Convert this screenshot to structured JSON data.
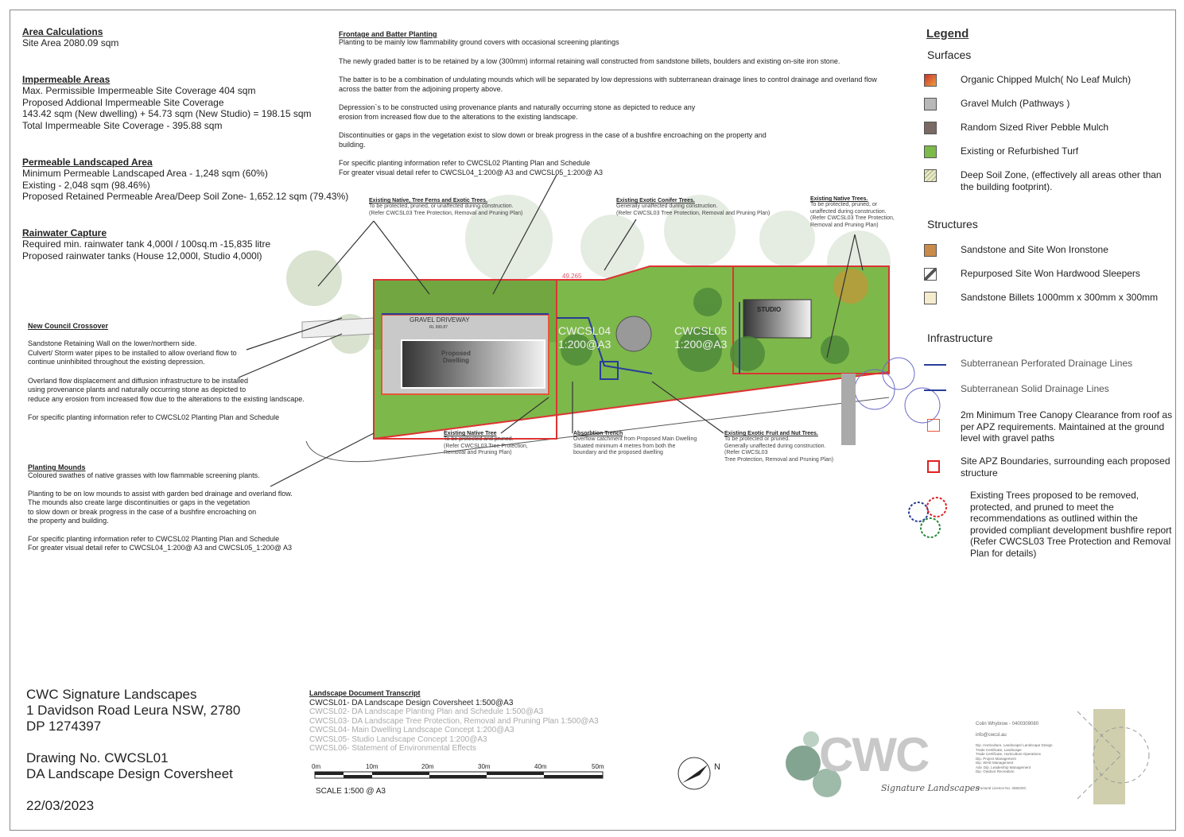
{
  "area_calculations": {
    "heading": "Area Calculations",
    "site_area": "Site Area 2080.09 sqm"
  },
  "impermeable": {
    "heading": "Impermeable Areas",
    "lines": [
      "Max. Permissible Impermeable Site Coverage 404 sqm",
      "Proposed Addional Impermeable Site Coverage",
      "143.42 sqm (New dwelling) + 54.73 sqm (New Studio) = 198.15 sqm",
      "Total Impermeable Site Coverage - 395.88 sqm"
    ]
  },
  "permeable": {
    "heading": "Permeable Landscaped Area",
    "lines": [
      "Minimum Permeable Landscaped Area - 1,248 sqm (60%)",
      "Existing - 2,048 sqm (98.46%)",
      "Proposed Retained Permeable Area/Deep Soil Zone- 1,652.12 sqm (79.43%)"
    ]
  },
  "rainwater": {
    "heading": "Rainwater Capture",
    "lines": [
      "Required min. rainwater tank 4,000l / 100sq.m -15,835 litre",
      "Proposed rainwater tanks (House 12,000l, Studio 4,000l)"
    ]
  },
  "frontage": {
    "heading": "Frontage and Batter Planting",
    "paras": [
      "Planting to be mainly low flammability ground covers with occasional screening plantings",
      "The newly graded batter is to be retained by a low (300mm) informal retaining wall constructed from sandstone billets, boulders and existing on-site iron stone.",
      "The batter is to be a combination of undulating mounds which will be separated by low depressions with subterranean drainage lines to control drainage and overland flow across the batter from the adjoining property above.",
      "Depression`s to be constructed using provenance plants and naturally occurring stone as depicted to reduce any erosion from increased flow due to the alterations to the existing landscape.",
      "Discontinuities or gaps in the vegetation exist to slow down or break progress in the case of a bushfire encroaching on the property and building.",
      "For specific planting information refer to CWCSL02 Planting Plan and Schedule\nFor greater visual detail refer to CWCSL04_1:200@ A3 and CWCSL05_1:200@ A3"
    ]
  },
  "crossover": {
    "heading": "New Council Crossover",
    "paras": [
      "Sandstone Retaining Wall on the lower/northern side.\nCulvert/ Storm water pipes to be installed to allow overland flow to\ncontinue uninhibited throughout the existing depression.",
      "Overland flow displacement and diffusion infrastructure to be installed\nusing provenance plants and naturally occurring stone as depicted to\nreduce any erosion from increased flow due to the alterations to the existing landscape.",
      "For specific planting information refer to CWCSL02 Planting Plan and Schedule"
    ]
  },
  "mounds": {
    "heading": "Planting Mounds",
    "paras": [
      "Coloured swathes of native grasses with low flammable screening plants.",
      "Planting to be on low mounds to assist with garden bed drainage and overland flow.\nThe mounds also create large discontinuities or gaps in the vegetation\nto slow down or break progress in the case of a bushfire encroaching on\nthe property and building.",
      "For specific planting information refer to CWCSL02 Planting Plan and Schedule\nFor greater visual detail refer to CWCSL04_1:200@ A3 and CWCSL05_1:200@ A3"
    ]
  },
  "callouts": [
    {
      "heading": "Existing Native, Tree Ferns and Exotic Trees.",
      "text": "To be protected, pruned, or unaffected during construction.\n(Refer CWCSL03 Tree Protection, Removal and Pruning Plan)"
    },
    {
      "heading": "Existing Exotic Conifer Trees.",
      "text": "Generally unaffected during construction.\n(Refer CWCSL03 Tree Protection, Removal and Pruning Plan)"
    },
    {
      "heading": "Existing Native Trees.",
      "text": "To be protected, pruned, or\nunaffected during construction.\n(Refer CWCSL03 Tree Protection,\nRemoval and Pruning Plan)"
    },
    {
      "heading": "Existing Native Tree",
      "text": "To be protected and pruned.\n(Refer CWCSL03 Tree Protection,\nRemoval and Pruning Plan)"
    },
    {
      "heading": "Absorbtion Trench",
      "text": "Overflow catchment from Proposed Main Dwelling\nSituated minimum 4 metres from both the\nboundary and the proposed dwelling"
    },
    {
      "heading": "Existing Exotic Fruit and Nut Trees.",
      "text": "To be protected or pruned.\nGenerally unaffected during construction.\n(Refer CWCSL03\nTree Protection, Removal and Pruning Plan)"
    }
  ],
  "plan": {
    "gravel_driveway": "GRAVEL DRIVEWAY",
    "rl": "RL 999.87",
    "proposed_dwelling": "Proposed\nDwelling",
    "studio": "STUDIO",
    "dimension": "49.265",
    "sheet_refs": [
      "CWCSL04\n1:200@A3",
      "CWCSL05\n1:200@A3"
    ]
  },
  "legend": {
    "title": "Legend",
    "sections": {
      "surfaces": "Surfaces",
      "structures": "Structures",
      "infrastructure": "Infrastructure"
    },
    "surfaces": [
      {
        "label": "Organic Chipped Mulch( No Leaf Mulch)",
        "color": "#d9532a"
      },
      {
        "label": "Gravel Mulch (Pathways )",
        "color": "#b8b8b8"
      },
      {
        "label": "Random Sized River Pebble Mulch",
        "color": "#7a6a64"
      },
      {
        "label": "Existing or Refurbished Turf",
        "color": "#7cba4a"
      },
      {
        "label": "Deep Soil Zone, (effectively all areas other than the building footprint).",
        "color": "#e6e8c8"
      }
    ],
    "structures": [
      {
        "label": "Sandstone and Site Won Ironstone",
        "color": "#c98a4a"
      },
      {
        "label": "Repurposed Site Won Hardwood Sleepers",
        "color": "#555555"
      },
      {
        "label": "Sandstone Billets 1000mm x 300mm x 300mm",
        "color": "#d8c48a"
      }
    ],
    "infrastructure": [
      {
        "label": "Subterranean Perforated Drainage Lines",
        "color": "#2a3d9a"
      },
      {
        "label": "Subterranean Solid Drainage Lines",
        "color": "#2a3d9a"
      },
      {
        "label": "2m Minimum Tree Canopy Clearance from roof as per APZ requirements. Maintained at the ground level with gravel paths",
        "color": "#e8553a"
      },
      {
        "label": "Site APZ Boundaries, surrounding each proposed structure",
        "color": "#e02020"
      },
      {
        "label": "Existing Trees proposed to be removed, protected, and pruned to meet the recommendations as outlined within the provided compliant development bushfire report\n(Refer CWCSL03 Tree Protection and Removal Plan for details)",
        "color": "#d22"
      }
    ]
  },
  "title_block": {
    "company": "CWC Signature Landscapes",
    "address": "1 Davidson Road Leura NSW, 2780",
    "dp": "DP 1274397",
    "drawing_no": "Drawing No. CWCSL01",
    "drawing_title": "DA Landscape Design Coversheet",
    "date": "22/03/2023"
  },
  "transcript": {
    "heading": "Landscape Document Transcript",
    "items": [
      "CWCSL01- DA Landscape Design Coversheet 1:500@A3",
      "CWCSL02- DA Landscape Planting Plan and Schedule 1:500@A3",
      "CWCSL03- DA Landscape Tree Protection, Removal and Pruning Plan 1:500@A3",
      "CWCSL04- Main Dwelling Landscape Concept 1:200@A3",
      "CWCSL05- Studio Landscape Concept 1:200@A3",
      "CWCSL06- Statement of Environmental Effects"
    ]
  },
  "scale": {
    "ticks": [
      "0m",
      "10m",
      "20m",
      "30m",
      "40m",
      "50m"
    ],
    "label": "SCALE 1:500 @ A3"
  },
  "north": "N",
  "logo": {
    "text": "CWC",
    "tagline": "Signature Landscapes"
  },
  "contact": {
    "name": "Colin Whybrow - 0400309080",
    "email": "info@cwcsl.au",
    "quals": [
      "Dip. Horticulture, Landscape/ Landscape Design",
      "Trade Certificate, Landscape",
      "Trade Certificate, Horticulture Operations",
      "Dip. Project Management",
      "Dip. WHS Management",
      "Adv. Dip. Leadership Management",
      "Dip. Outdoor Recreation"
    ],
    "licence": "Structural Licence No. 268220C"
  }
}
